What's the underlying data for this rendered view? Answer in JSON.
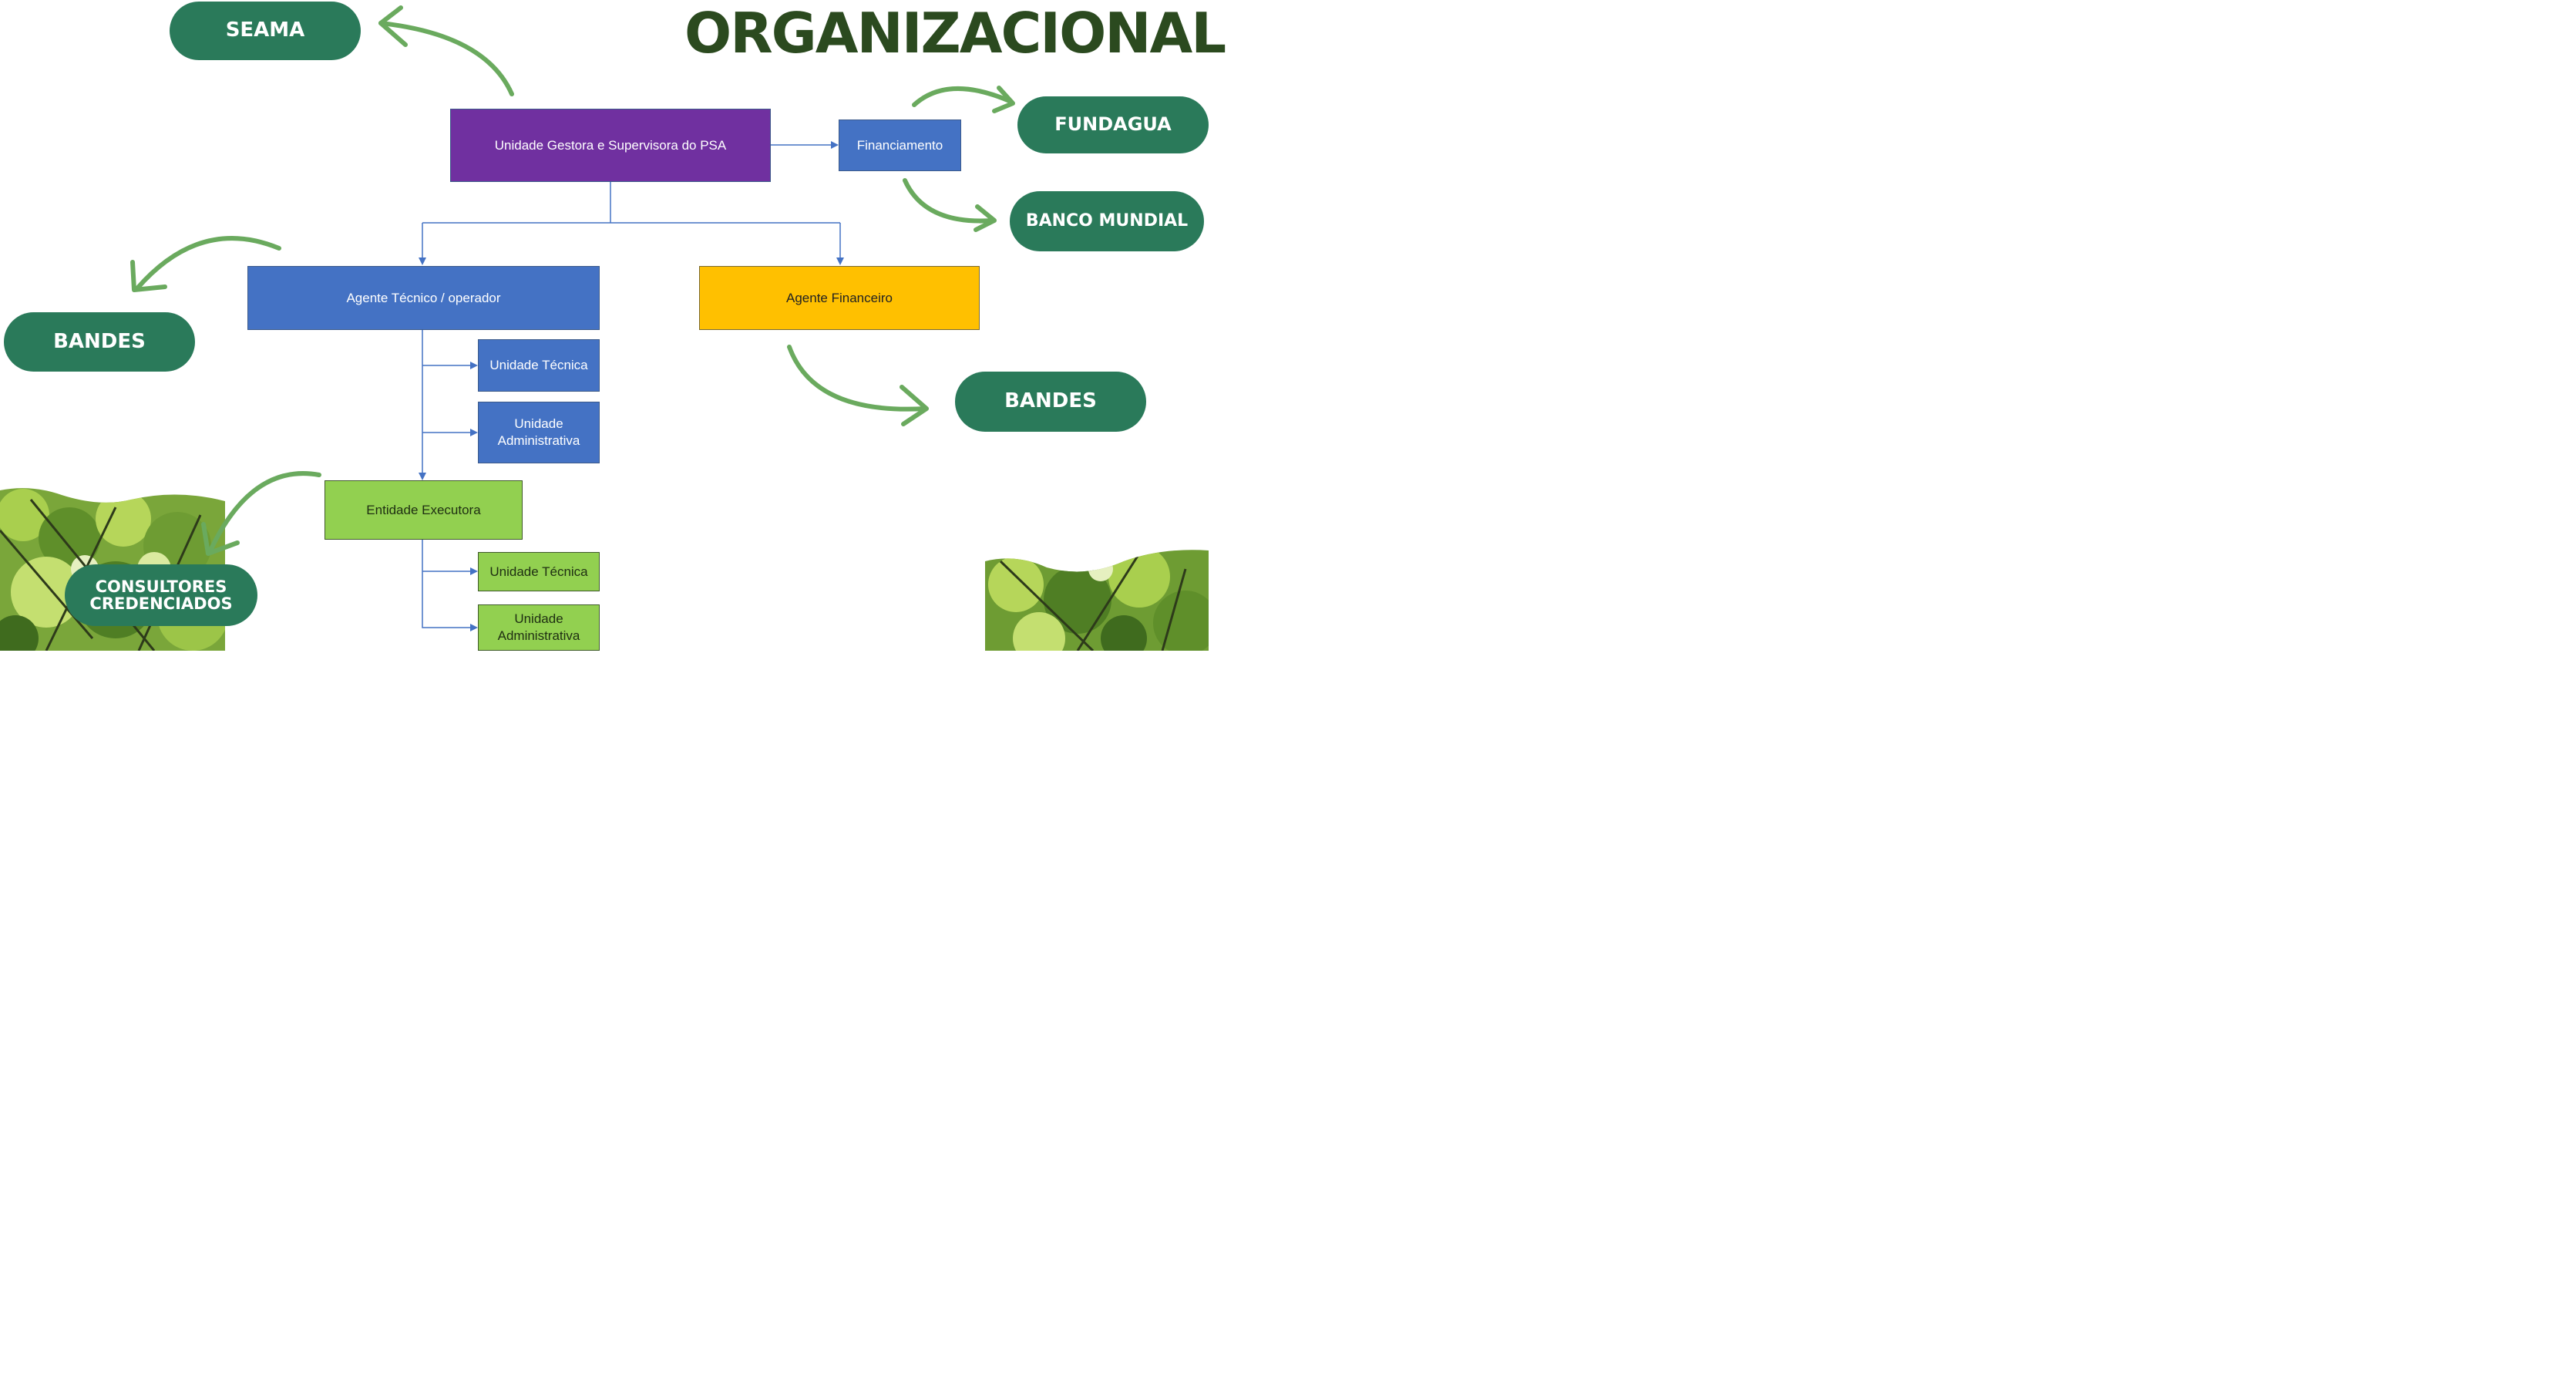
{
  "heading": "ORGANIZACIONAL",
  "pills": {
    "seama": "SEAMA",
    "fundagua": "FUNDAGUA",
    "banco_mundial": "BANCO MUNDIAL",
    "bandes_left": "BANDES",
    "bandes_right": "BANDES",
    "consultores_line1": "CONSULTORES",
    "consultores_line2": "CREDENCIADOS"
  },
  "boxes": {
    "unidade_gestora": "Unidade Gestora e Supervisora do PSA",
    "financiamento": "Financiamento",
    "agente_tecnico": "Agente Técnico / operador",
    "agente_financeiro": "Agente Financeiro",
    "unidade_tecnica_1": "Unidade Técnica",
    "unidade_admin_1_line1": "Unidade",
    "unidade_admin_1_line2": "Administrativa",
    "entidade_executora": "Entidade Executora",
    "unidade_tecnica_2": "Unidade Técnica",
    "unidade_admin_2_line1": "Unidade",
    "unidade_admin_2_line2": "Administrativa"
  },
  "colors": {
    "pill": "#2a7a5a",
    "heading": "#2b4a1f",
    "purple_box": "#7030a0",
    "blue_box": "#4472c4",
    "yellow_box": "#ffc000",
    "green_box": "#92d050",
    "curved_arrow": "#6aaa5e",
    "connector": "#4472c4"
  }
}
